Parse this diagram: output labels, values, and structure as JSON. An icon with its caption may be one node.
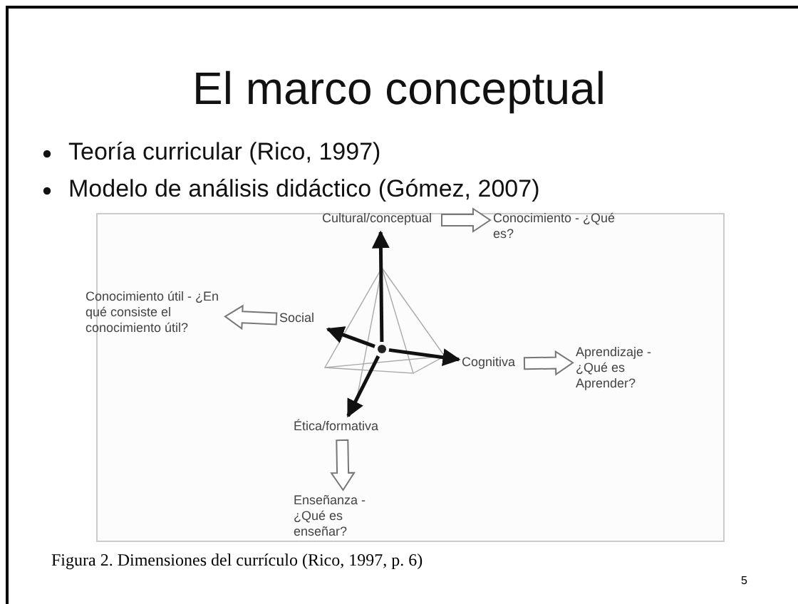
{
  "diagram": {
    "title": "El marco conceptual",
    "caption": "Figura 2. Dimensiones del currículo (Rico, 1997, p. 6)",
    "nodes": [
      {
        "text": [
          "Cultural/conceptual"
        ]
      },
      {
        "text": [
          "Conocimiento - ¿Qué es?"
        ]
      },
      {
        "text": [
          "Conocimiento útil - ¿En qué consiste el conocimiento útil?"
        ]
      },
      {
        "text": [
          "Social"
        ]
      },
      {
        "text": [],
        "shape": "circle"
      },
      {
        "text": [
          "Cognitiva"
        ]
      },
      {
        "text": [
          "Aprendizaje - ¿Qué es Aprender?"
        ]
      },
      {
        "text": [
          "Ética/formativa"
        ]
      },
      {
        "text": [
          "Enseñanza - ¿Qué es enseñar?"
        ]
      }
    ],
    "edges": [
      {
        "from": 4,
        "to": 0,
        "arrow": "to"
      },
      {
        "from": 4,
        "to": 3,
        "arrow": "to"
      },
      {
        "from": 4,
        "to": 5,
        "arrow": "to"
      },
      {
        "from": 4,
        "to": 7,
        "arrow": "to"
      },
      {
        "from": 0,
        "to": 1,
        "arrow": "to",
        "style": "thick"
      },
      {
        "from": 3,
        "to": 2,
        "arrow": "to",
        "style": "thick"
      },
      {
        "from": 5,
        "to": 6,
        "arrow": "to",
        "style": "thick"
      },
      {
        "from": 7,
        "to": 8,
        "arrow": "to",
        "style": "thick"
      }
    ],
    "labels": [
      "Teoría curricular (Rico, 1997)",
      "Modelo de análisis didáctico (Gómez, 2007)",
      "5"
    ]
  }
}
